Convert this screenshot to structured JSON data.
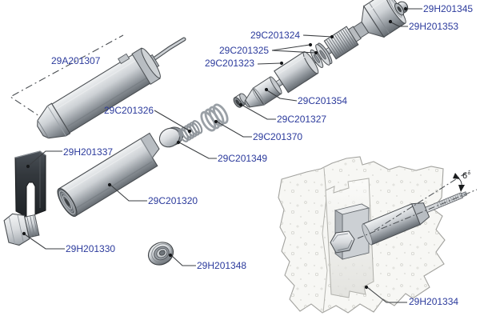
{
  "diagram": {
    "angle_annotation": "6°",
    "colors": {
      "label": "#2b3a9c",
      "leader": "#3a3d40",
      "background": "#ffffff"
    },
    "parts": [
      {
        "number": "29A201307"
      },
      {
        "number": "29C201324"
      },
      {
        "number": "29C201325"
      },
      {
        "number": "29C201323"
      },
      {
        "number": "29C201326"
      },
      {
        "number": "29C201354"
      },
      {
        "number": "29C201327"
      },
      {
        "number": "29C201370"
      },
      {
        "number": "29C201349"
      },
      {
        "number": "29H201345"
      },
      {
        "number": "29H201353"
      },
      {
        "number": "29H201337"
      },
      {
        "number": "29C201320"
      },
      {
        "number": "29H201330"
      },
      {
        "number": "29H201348"
      },
      {
        "number": "29H201334"
      }
    ]
  }
}
